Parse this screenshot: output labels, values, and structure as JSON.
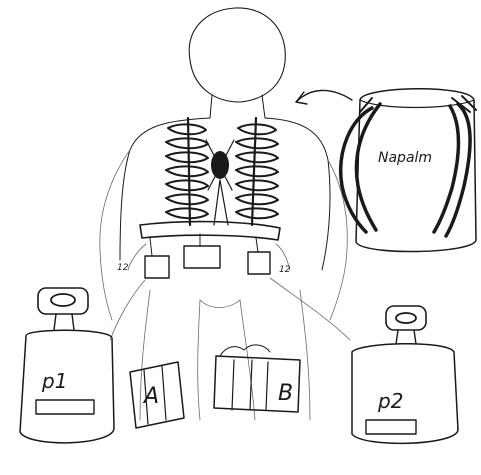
{
  "labels": {
    "bag": "Napalm",
    "tank_left": "p1",
    "tank_right": "p2",
    "strap_left": "12",
    "strap_right": "12",
    "boot_left": "A",
    "boot_right": "B"
  },
  "colors": {
    "ink": "#1a1a1a",
    "paper": "#ffffff"
  }
}
